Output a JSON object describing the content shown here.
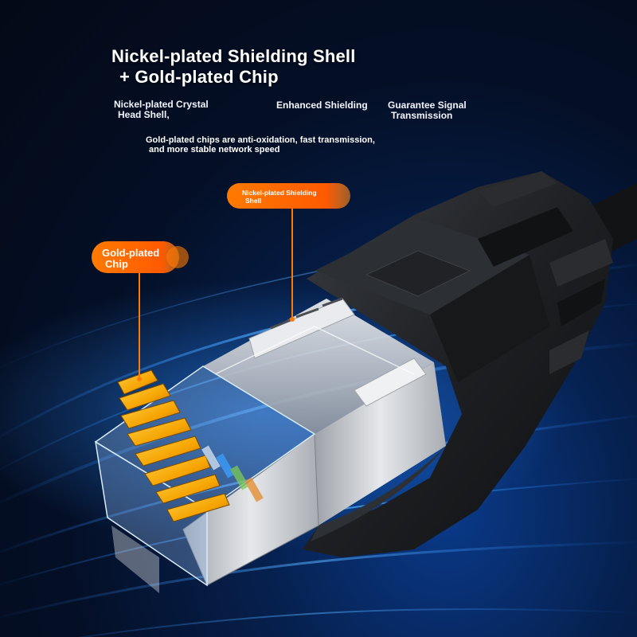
{
  "headline": {
    "line1": "Nickel-plated Shielding Shell",
    "line2": "+ Gold-plated Chip"
  },
  "features": {
    "crystal_line1": "Nickel-plated Crystal",
    "crystal_line2": "Head Shell,",
    "shielding": "Enhanced Shielding",
    "signal_line1": "Guarantee Signal",
    "signal_line2": "Transmission"
  },
  "description": {
    "line1": "Gold-plated chips are anti-oxidation, fast transmission,",
    "line2": "and more stable network speed"
  },
  "callouts": {
    "shell_line1": "Nickel-plated Shielding",
    "shell_line2": "Shell",
    "chip_line1": "Gold-plated",
    "chip_line2": "Chip"
  },
  "colors": {
    "background": "#061d45",
    "accent_orange": "#ff6a00",
    "gold_pins": "#f5a800",
    "boot_black": "#1e2023",
    "shield_silver": "#c9ccd0"
  }
}
